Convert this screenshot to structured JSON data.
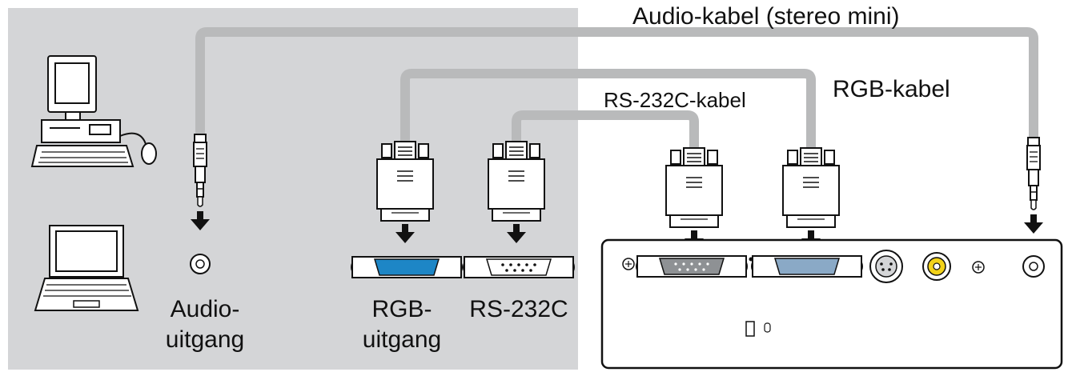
{
  "cables": {
    "audio": "Audio-kabel (stereo mini)",
    "rgb": "RGB-kabel",
    "rs232c": "RS-232C-kabel"
  },
  "ports": {
    "audio_out_line1": "Audio-",
    "audio_out_line2": "uitgang",
    "rgb_out_line1": "RGB-",
    "rgb_out_line2": "uitgang",
    "rs232c": "RS-232C"
  },
  "colors": {
    "computer_zone": "#d4d5d7",
    "cable": "#b9babb",
    "rgb_port_fill": "#1d86c6",
    "rca_yellow": "#f2d21a",
    "outline": "#111111"
  },
  "icons": [
    "desktop-computer-icon",
    "laptop-icon",
    "audio-jack-plug",
    "vga-plug",
    "projector-rear-panel"
  ]
}
